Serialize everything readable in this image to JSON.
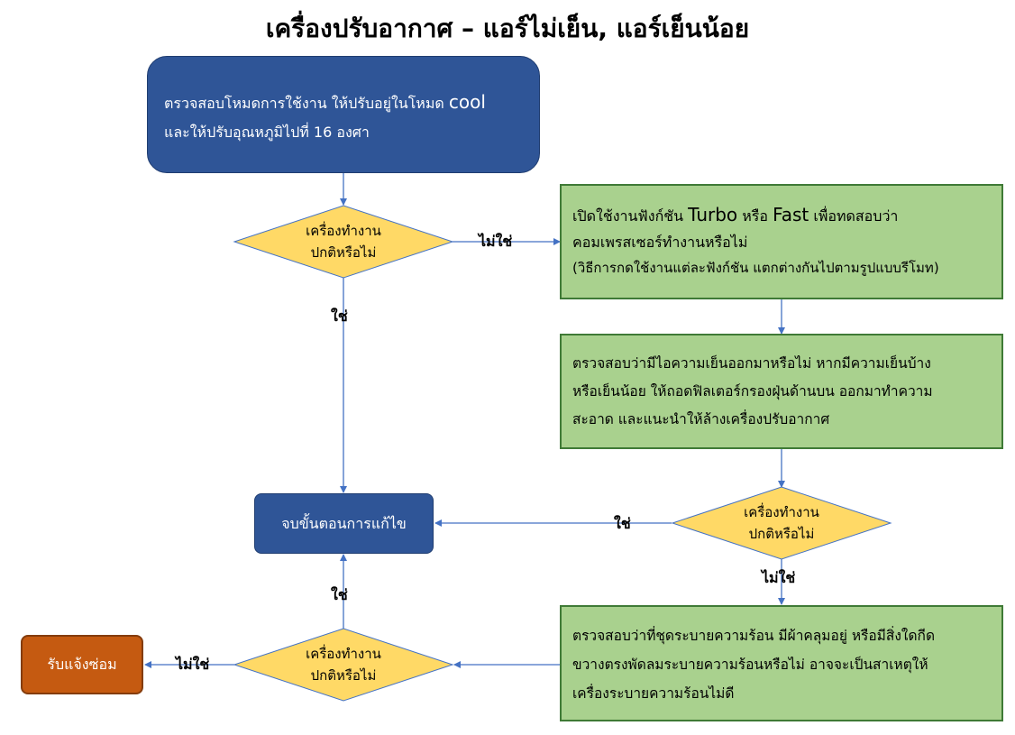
{
  "title": "เครื่องปรับอากาศ – แอร์ไม่เย็น, แอร์เย็นน้อย",
  "nodes": {
    "start": {
      "line1_prefix": "ตรวจสอบโหมดการใช้งาน ให้ปรับอยู่ในโหมด ",
      "line1_keyword": "cool",
      "line2": "และให้ปรับอุณหภูมิไปที่ 16 องศา"
    },
    "turbo": {
      "line1_a": "เปิดใช้งานฟังก์ชัน ",
      "line1_k1": "Turbo",
      "line1_b": " หรือ ",
      "line1_k2": "Fast",
      "line1_c": " เพื่อทดสอบว่า",
      "line2": "คอมเพรสเซอร์ทำงานหรือไม่",
      "line3": "(วิธีการกดใช้งานแต่ละฟังก์ชัน แตกต่างกันไปตามรูปแบบรีโมท)"
    },
    "filter": {
      "line1": "ตรวจสอบว่ามีไอความเย็นออกมาหรือไม่ หากมีความเย็นบ้าง",
      "line2": "หรือเย็นน้อย ให้ถอดฟิลเตอร์กรองฝุ่นด้านบน ออกมาทำความ",
      "line3": "สะอาด และแนะนำให้ล้างเครื่องปรับอากาศ"
    },
    "heat": {
      "line1": "ตรวจสอบว่าที่ชุดระบายความร้อน มีผ้าคลุมอยู่ หรือมีสิ่งใดกีด",
      "line2": "ขวางตรงพัดลมระบายความร้อนหรือไม่ อาจจะเป็นสาเหตุให้",
      "line3": "เครื่องระบายความร้อนไม่ดี"
    },
    "end": {
      "label": "จบขั้นตอนการแก้ไข"
    },
    "repair": {
      "label": "รับแจ้งซ่อม"
    },
    "decision1": {
      "line1": "เครื่องทำงาน",
      "line2": "ปกติหรือไม่"
    },
    "decision2": {
      "line1": "เครื่องทำงาน",
      "line2": "ปกติหรือไม่"
    },
    "decision3": {
      "line1": "เครื่องทำงาน",
      "line2": "ปกติหรือไม่"
    }
  },
  "edges": {
    "d1_no": "ไม่ใช่",
    "d1_yes": "ใช่",
    "d2_yes": "ใช่",
    "d2_no": "ไม่ใช่",
    "d3_yes": "ใช่",
    "d3_no": "ไม่ใช่"
  },
  "colors": {
    "blue": "#2f5597",
    "green": "#a9d18e",
    "yellow": "#ffd966",
    "orange": "#c55a11",
    "connector": "#4472c4"
  }
}
